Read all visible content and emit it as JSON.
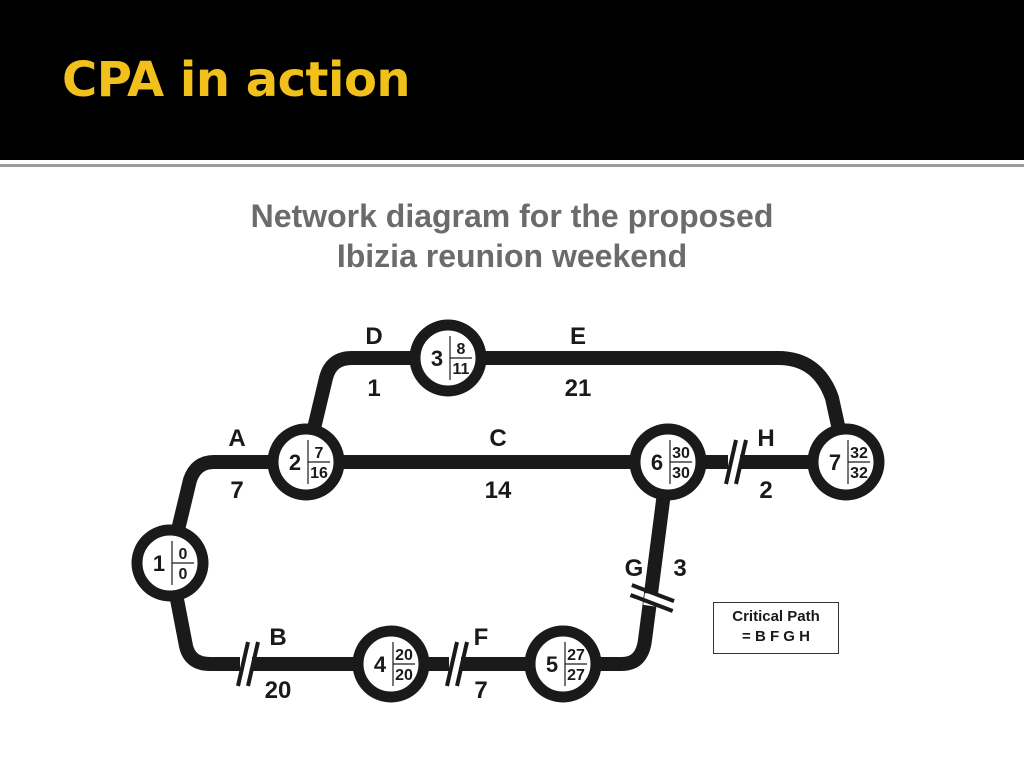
{
  "slide": {
    "title": "CPA in action",
    "subtitle_line1": "Network diagram for the proposed",
    "subtitle_line2": "Ibizia reunion weekend"
  },
  "colors": {
    "title_bar": "#000000",
    "title_text": "#f2c01a",
    "line": "#1a1a1a",
    "subtitle": "#6b6b6b"
  },
  "legend": {
    "line1": "Critical Path",
    "line2": "= B F G H"
  },
  "nodes": [
    {
      "id": "1",
      "earliest": "0",
      "latest": "0"
    },
    {
      "id": "2",
      "earliest": "7",
      "latest": "16"
    },
    {
      "id": "3",
      "earliest": "8",
      "latest": "11"
    },
    {
      "id": "4",
      "earliest": "20",
      "latest": "20"
    },
    {
      "id": "5",
      "earliest": "27",
      "latest": "27"
    },
    {
      "id": "6",
      "earliest": "30",
      "latest": "30"
    },
    {
      "id": "7",
      "earliest": "32",
      "latest": "32"
    }
  ],
  "activities": [
    {
      "name": "A",
      "duration": "7",
      "from": "1",
      "to": "2",
      "critical": false
    },
    {
      "name": "B",
      "duration": "20",
      "from": "1",
      "to": "4",
      "critical": true
    },
    {
      "name": "C",
      "duration": "14",
      "from": "2",
      "to": "6",
      "critical": false
    },
    {
      "name": "D",
      "duration": "1",
      "from": "2",
      "to": "3",
      "critical": false
    },
    {
      "name": "E",
      "duration": "21",
      "from": "3",
      "to": "7",
      "critical": false
    },
    {
      "name": "F",
      "duration": "7",
      "from": "4",
      "to": "5",
      "critical": true
    },
    {
      "name": "G",
      "duration": "3",
      "from": "5",
      "to": "6",
      "critical": true
    },
    {
      "name": "H",
      "duration": "2",
      "from": "6",
      "to": "7",
      "critical": true
    }
  ]
}
